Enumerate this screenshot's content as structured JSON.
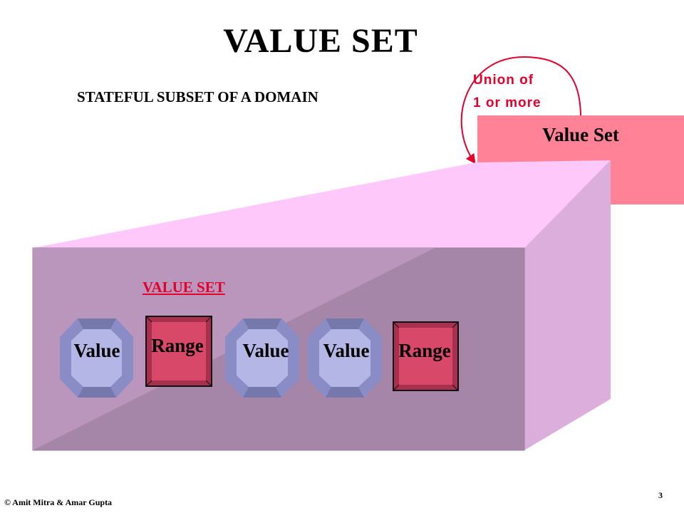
{
  "slide": {
    "title": "VALUE SET",
    "subtitle": "STATEFUL SUBSET OF A DOMAIN",
    "union_note": {
      "line1": "Union of",
      "line2": "1 or more"
    },
    "value_set_box_label": "Value Set",
    "inner_label": "VALUE SET",
    "items": [
      {
        "kind": "value",
        "label": "Value"
      },
      {
        "kind": "range",
        "label": "Range"
      },
      {
        "kind": "value",
        "label": "Value"
      },
      {
        "kind": "value",
        "label": "Value"
      },
      {
        "kind": "range",
        "label": "Range"
      }
    ],
    "footer": "© Amit Mitra & Amar Gupta",
    "page_number": "3"
  },
  "colors": {
    "accent_red": "#e3002b",
    "value_set_box": "#ff8297",
    "prism_top": "#ffc8fb",
    "prism_side": "#dcaedc",
    "prism_front": "#a585a8",
    "value_gem": "#aaaadd",
    "range_gem": "#d84868"
  }
}
